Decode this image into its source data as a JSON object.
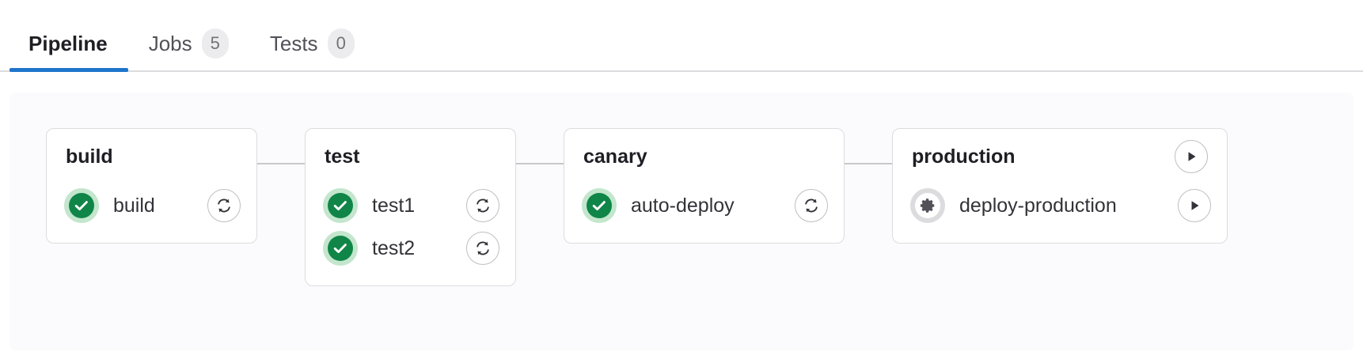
{
  "tabs": [
    {
      "label": "Pipeline",
      "badge": null,
      "active": true,
      "name": "tab-pipeline"
    },
    {
      "label": "Jobs",
      "badge": "5",
      "active": false,
      "name": "tab-jobs"
    },
    {
      "label": "Tests",
      "badge": "0",
      "active": false,
      "name": "tab-tests"
    }
  ],
  "colors": {
    "accent_underline": "#1f75cb",
    "success_green": "#108548",
    "success_halo": "#c3e6cd",
    "manual_gray": "#dcdcde",
    "manual_icon": "#535158",
    "panel_bg": "#fbfafd",
    "card_border": "#dcdcde",
    "connector": "#c9c9c9",
    "badge_bg": "#ececef"
  },
  "pipeline": {
    "stages": [
      {
        "name": "build",
        "title": "build",
        "header_action": null,
        "jobs": [
          {
            "name": "build",
            "status": "success",
            "status_icon": "check-circle-icon",
            "action": "retry",
            "action_icon": "retry-icon"
          }
        ]
      },
      {
        "name": "test",
        "title": "test",
        "header_action": null,
        "jobs": [
          {
            "name": "test1",
            "status": "success",
            "status_icon": "check-circle-icon",
            "action": "retry",
            "action_icon": "retry-icon"
          },
          {
            "name": "test2",
            "status": "success",
            "status_icon": "check-circle-icon",
            "action": "retry",
            "action_icon": "retry-icon"
          }
        ]
      },
      {
        "name": "canary",
        "title": "canary",
        "header_action": null,
        "jobs": [
          {
            "name": "auto-deploy",
            "status": "success",
            "status_icon": "check-circle-icon",
            "action": "retry",
            "action_icon": "retry-icon"
          }
        ]
      },
      {
        "name": "production",
        "title": "production",
        "header_action": {
          "type": "play",
          "icon": "play-icon"
        },
        "jobs": [
          {
            "name": "deploy-production",
            "status": "manual",
            "status_icon": "gear-icon",
            "action": "play",
            "action_icon": "play-icon"
          }
        ]
      }
    ]
  }
}
